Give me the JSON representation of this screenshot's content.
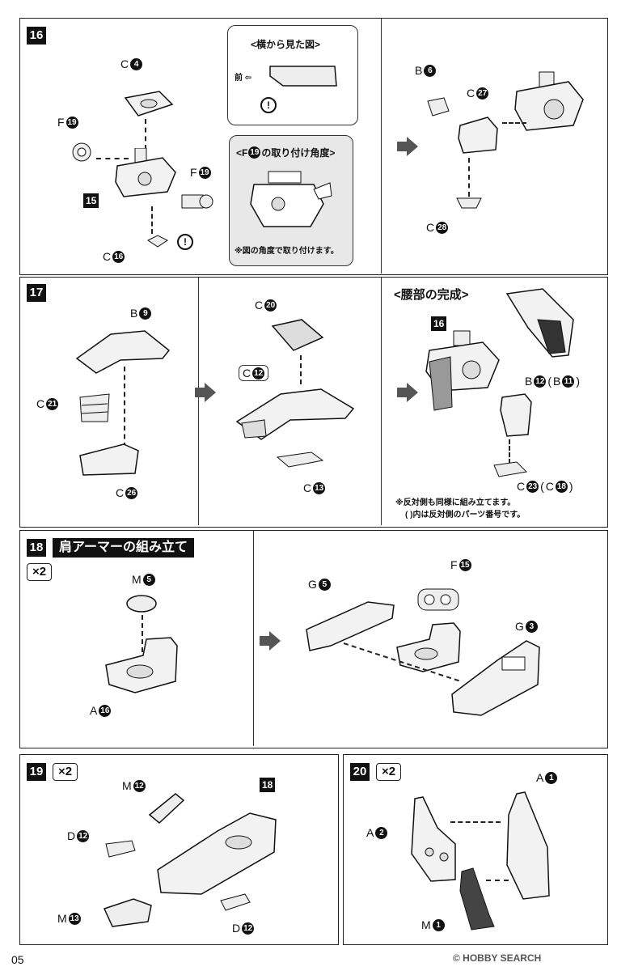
{
  "page_number": "05",
  "watermark": "© HOBBY SEARCH",
  "step16": {
    "number": "16",
    "side_view_title": "<横から見た図>",
    "front_label": "前",
    "angle_title_pre": "<F",
    "angle_title_num": "19",
    "angle_title_post": "の取り付け角度>",
    "angle_note": "※図の角度で取り付けます。",
    "labels": [
      {
        "letter": "C",
        "num": "4"
      },
      {
        "letter": "F",
        "num": "19"
      },
      {
        "letter": "F",
        "num": "19"
      },
      {
        "letter": "C",
        "num": "16"
      },
      {
        "letter": "B",
        "num": "6"
      },
      {
        "letter": "C",
        "num": "27"
      },
      {
        "letter": "C",
        "num": "28"
      }
    ],
    "subassembly": "15"
  },
  "step17": {
    "number": "17",
    "complete_title": "<腰部の完成>",
    "subassembly": "16",
    "labels": [
      {
        "letter": "B",
        "num": "9"
      },
      {
        "letter": "C",
        "num": "21"
      },
      {
        "letter": "C",
        "num": "26"
      },
      {
        "letter": "C",
        "num": "20"
      },
      {
        "letter": "C",
        "num": "12"
      },
      {
        "letter": "C",
        "num": "13"
      }
    ],
    "b12": {
      "letter": "B",
      "num": "12",
      "alt_letter": "B",
      "alt_num": "11"
    },
    "c23": {
      "letter": "C",
      "num": "23",
      "alt_letter": "C",
      "alt_num": "18"
    },
    "note1": "※反対側も同様に組み立てます。",
    "note2": "( )内は反対側のパーツ番号です。"
  },
  "step18": {
    "number": "18",
    "title": "肩アーマーの組み立て",
    "qty": "×2",
    "labels": [
      {
        "letter": "M",
        "num": "5"
      },
      {
        "letter": "A",
        "num": "16"
      },
      {
        "letter": "G",
        "num": "5"
      },
      {
        "letter": "F",
        "num": "15"
      },
      {
        "letter": "G",
        "num": "3"
      }
    ]
  },
  "step19": {
    "number": "19",
    "qty": "×2",
    "subassembly": "18",
    "labels": [
      {
        "letter": "M",
        "num": "12"
      },
      {
        "letter": "D",
        "num": "12"
      },
      {
        "letter": "M",
        "num": "13"
      },
      {
        "letter": "D",
        "num": "12"
      }
    ]
  },
  "step20": {
    "number": "20",
    "qty": "×2",
    "labels": [
      {
        "letter": "A",
        "num": "1"
      },
      {
        "letter": "A",
        "num": "2"
      },
      {
        "letter": "M",
        "num": "1"
      }
    ]
  }
}
